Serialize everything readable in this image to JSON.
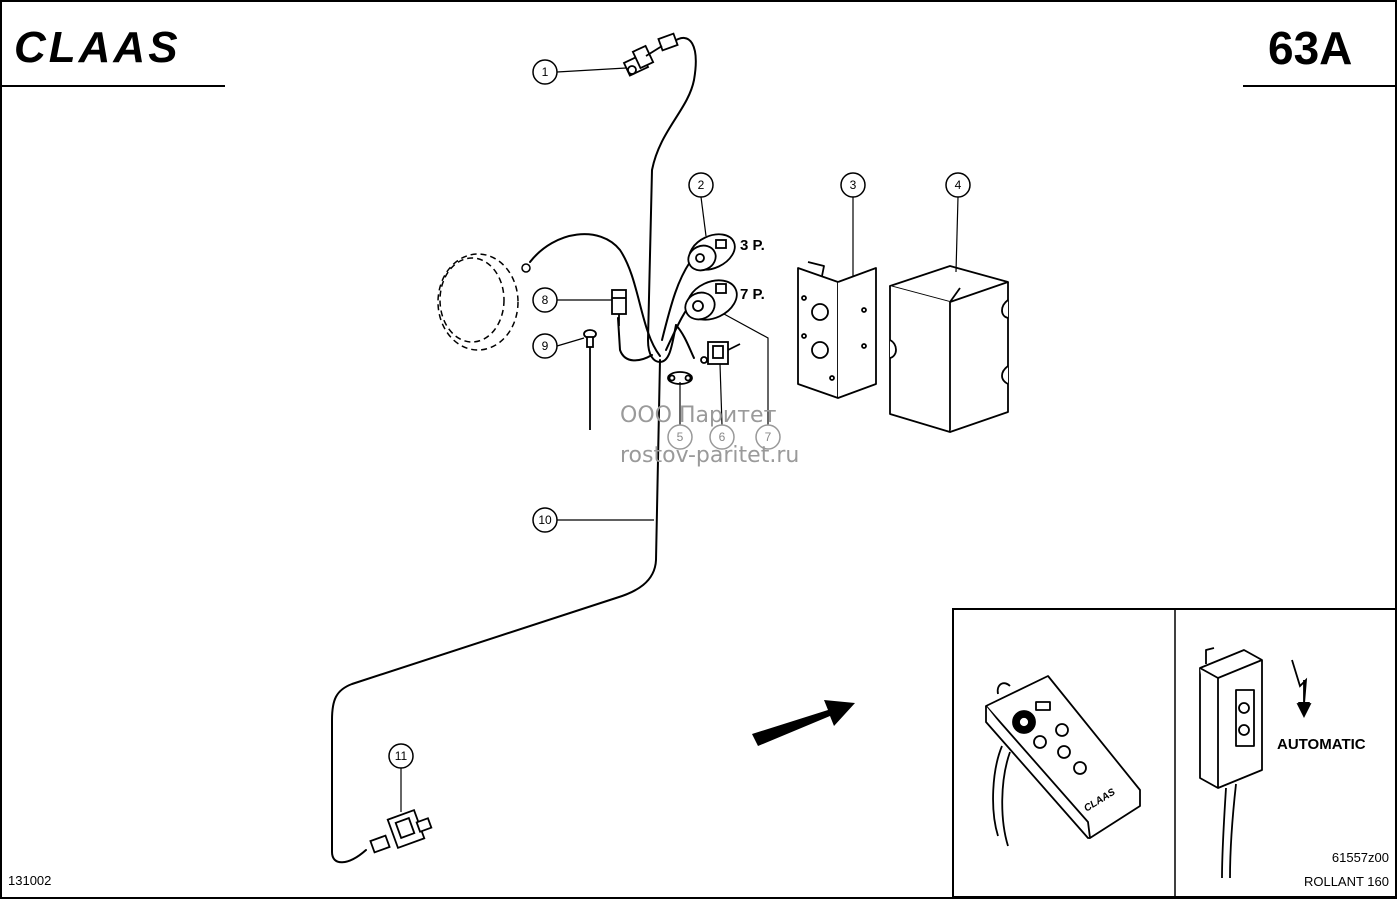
{
  "header": {
    "brand": "CLAAS",
    "page_code": "63A"
  },
  "callouts": [
    {
      "id": "1",
      "label": "1"
    },
    {
      "id": "2",
      "label": "2"
    },
    {
      "id": "3",
      "label": "3"
    },
    {
      "id": "4",
      "label": "4"
    },
    {
      "id": "5",
      "label": "5"
    },
    {
      "id": "6",
      "label": "6"
    },
    {
      "id": "7",
      "label": "7"
    },
    {
      "id": "8",
      "label": "8"
    },
    {
      "id": "9",
      "label": "9"
    },
    {
      "id": "10",
      "label": "10"
    },
    {
      "id": "11",
      "label": "11"
    }
  ],
  "socket_labels": {
    "three_pin": "3 P.",
    "seven_pin": "7 P."
  },
  "watermark": {
    "line1": "ООО Паритет",
    "line2": "rostov-paritet.ru"
  },
  "inset": {
    "automatic_label": "AUTOMATIC",
    "remote_brand": "CLAAS"
  },
  "footer": {
    "left_code": "131002",
    "drawing_no": "61557z00",
    "model": "ROLLANT 160"
  }
}
